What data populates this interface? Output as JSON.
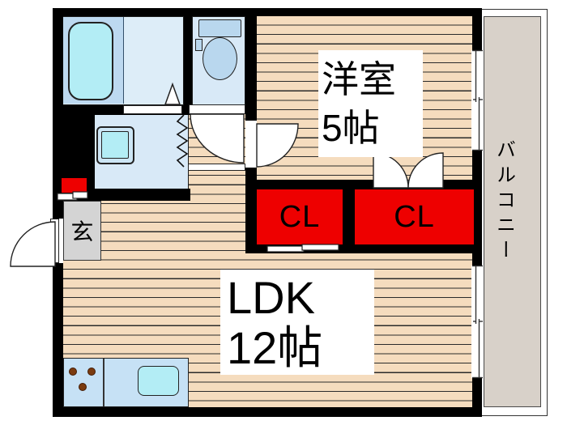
{
  "floor_plan": {
    "western_room": {
      "name_line": "洋室",
      "size_line": "5帖"
    },
    "ldk": {
      "name_line": "LDK",
      "size_line": "12帖"
    },
    "closet_left": "CL",
    "closet_right": "CL",
    "entrance": "玄",
    "balcony": "バルコニー"
  },
  "colors": {
    "wall": "#000000",
    "floor": "#f5dcbe",
    "floor_line": "#2b2b2b",
    "closet_red": "#ee0000",
    "balcony_gray": "#d8d1c9",
    "room_blue": "#d8e9f7",
    "fixture_blue": "#b9d7ee",
    "water_cyan": "#b3edf5",
    "kitchen_blue": "#c6e1f5",
    "entrance_gray": "#d4d4d4",
    "burner_brown": "#7b3b10"
  },
  "icons": {
    "bathtub": "bathtub-icon",
    "toilet": "toilet-icon",
    "washing_machine": "washing-machine-icon",
    "sink": "kitchen-sink-icon",
    "stove": "stove-burners-icon"
  }
}
